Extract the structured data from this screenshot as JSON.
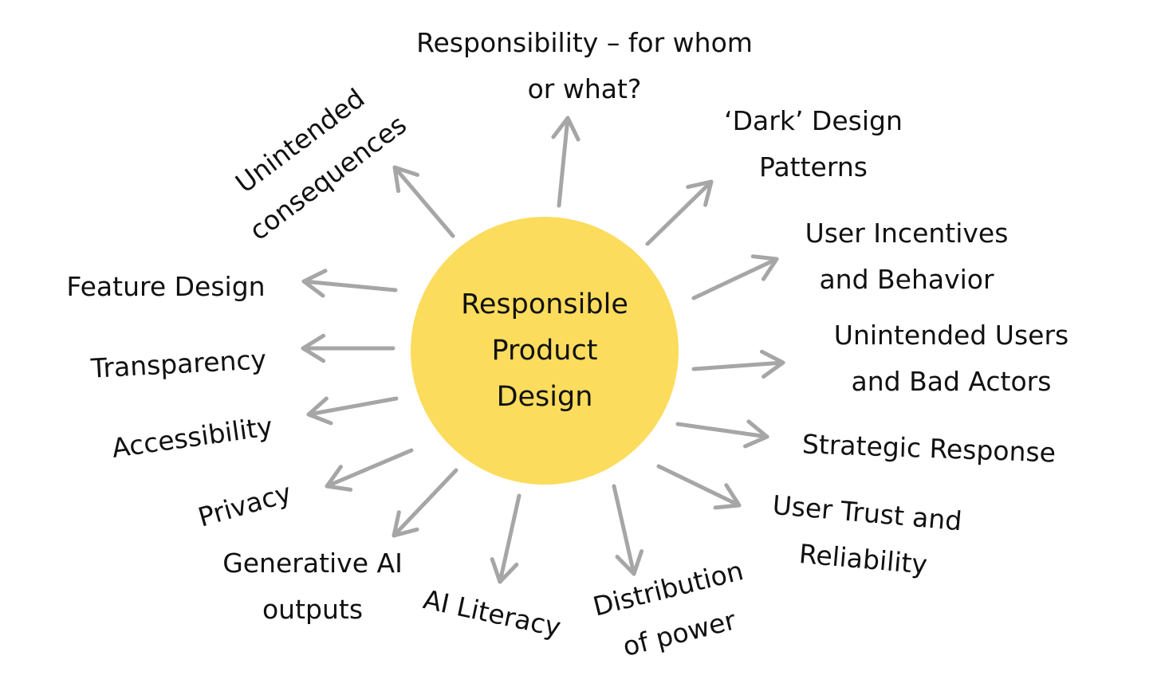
{
  "colors": {
    "background": "#ffffff",
    "center_fill": "#FCDC5D",
    "arrow": "#A6A6A6",
    "text": "#111111"
  },
  "center": {
    "lines": [
      "Responsible",
      "Product",
      "Design"
    ]
  },
  "topics": [
    {
      "id": "responsibility",
      "lines": [
        "Responsibility – for whom",
        "or what?"
      ]
    },
    {
      "id": "dark-design-patterns",
      "lines": [
        "‘Dark’ Design",
        "Patterns"
      ]
    },
    {
      "id": "user-incentives",
      "lines": [
        "User Incentives",
        "and Behavior"
      ]
    },
    {
      "id": "unintended-users",
      "lines": [
        "Unintended Users",
        "and Bad Actors"
      ]
    },
    {
      "id": "strategic-response",
      "lines": [
        "Strategic Response"
      ]
    },
    {
      "id": "user-trust",
      "lines": [
        "User Trust and",
        "Reliability"
      ]
    },
    {
      "id": "distribution-of-power",
      "lines": [
        "Distribution",
        "of power"
      ]
    },
    {
      "id": "ai-literacy",
      "lines": [
        "AI Literacy"
      ]
    },
    {
      "id": "generative-ai-outputs",
      "lines": [
        "Generative AI",
        "outputs"
      ]
    },
    {
      "id": "privacy",
      "lines": [
        "Privacy"
      ]
    },
    {
      "id": "accessibility",
      "lines": [
        "Accessibility"
      ]
    },
    {
      "id": "transparency",
      "lines": [
        "Transparency"
      ]
    },
    {
      "id": "feature-design",
      "lines": [
        "Feature Design"
      ]
    },
    {
      "id": "unintended-consequences",
      "lines": [
        "Unintended",
        "consequences"
      ]
    }
  ]
}
